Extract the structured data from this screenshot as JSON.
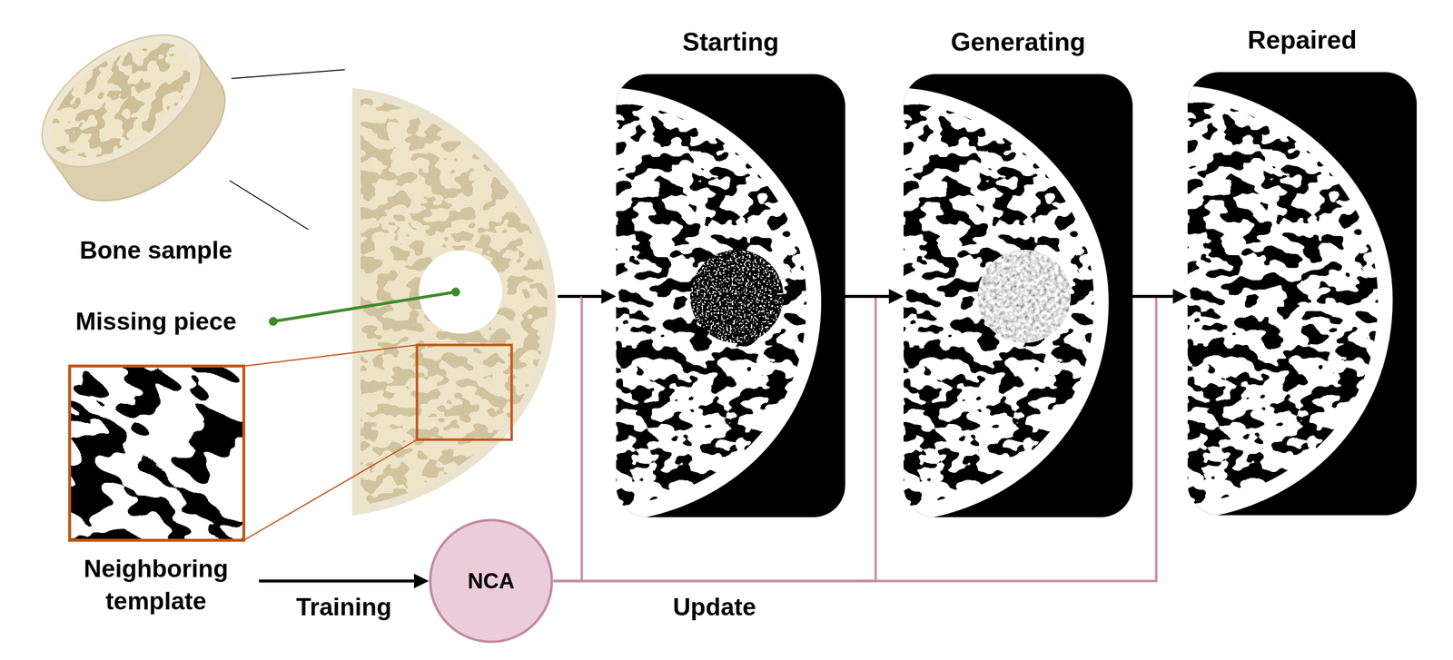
{
  "diagram": {
    "nodes": [
      {
        "text": [
          "Neighboring template"
        ]
      },
      {
        "text": [
          "NCA"
        ]
      },
      {
        "text": [
          "Starting"
        ]
      },
      {
        "text": [
          "Generating"
        ]
      },
      {
        "text": [
          "Repaired"
        ]
      }
    ],
    "edges": [
      {
        "from": 0,
        "to": 1,
        "arrow": "to",
        "label": "Training"
      },
      {
        "from": 1,
        "to": 2,
        "arrow": "to"
      },
      {
        "from": 1,
        "to": 3,
        "arrow": "to",
        "label": "Update"
      },
      {
        "from": 1,
        "to": 4,
        "arrow": "to"
      },
      {
        "from": 2,
        "to": 3,
        "arrow": "to"
      },
      {
        "from": 3,
        "to": 4,
        "arrow": "to"
      }
    ],
    "labels": [
      "Bone sample",
      "Missing piece"
    ]
  }
}
